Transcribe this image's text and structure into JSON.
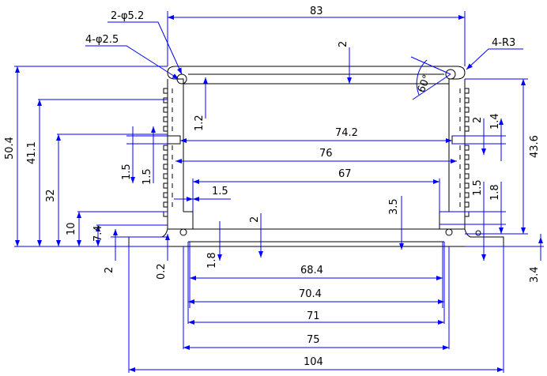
{
  "colors": {
    "part_outline": "#000000",
    "dimension_line": "#0000ff",
    "text": "#000000",
    "background": "#ffffff"
  },
  "labels": {
    "hole_large": "2-φ5.2",
    "hole_small": "4-φ2.5",
    "radius": "4-R3",
    "angle": "60°",
    "width_83": "83",
    "wall_2_top": "2",
    "rib_1_2": "1.2",
    "inner_74_2": "74.2",
    "inner_76": "76",
    "inner_67": "67",
    "gap_1_5": "1.5",
    "slot_1_5_a": "1.5",
    "slot_1_5_b": "1.5",
    "side_2": "2",
    "side_1_4": "1.4",
    "side_1_5": "1.5",
    "side_1_8": "1.8",
    "step_3_5": "3.5",
    "wall_2_mid": "2",
    "height_50_4": "50.4",
    "height_41_1": "41.1",
    "height_32": "32",
    "height_10": "10",
    "height_7_4": "7.4",
    "height_43_6": "43.6",
    "base_2": "2",
    "base_0_2": "0.2",
    "base_1_8": "1.8",
    "base_3_4": "3.4",
    "width_68_4": "68.4",
    "width_70_4": "70.4",
    "width_71": "71",
    "width_75": "75",
    "width_104": "104"
  }
}
